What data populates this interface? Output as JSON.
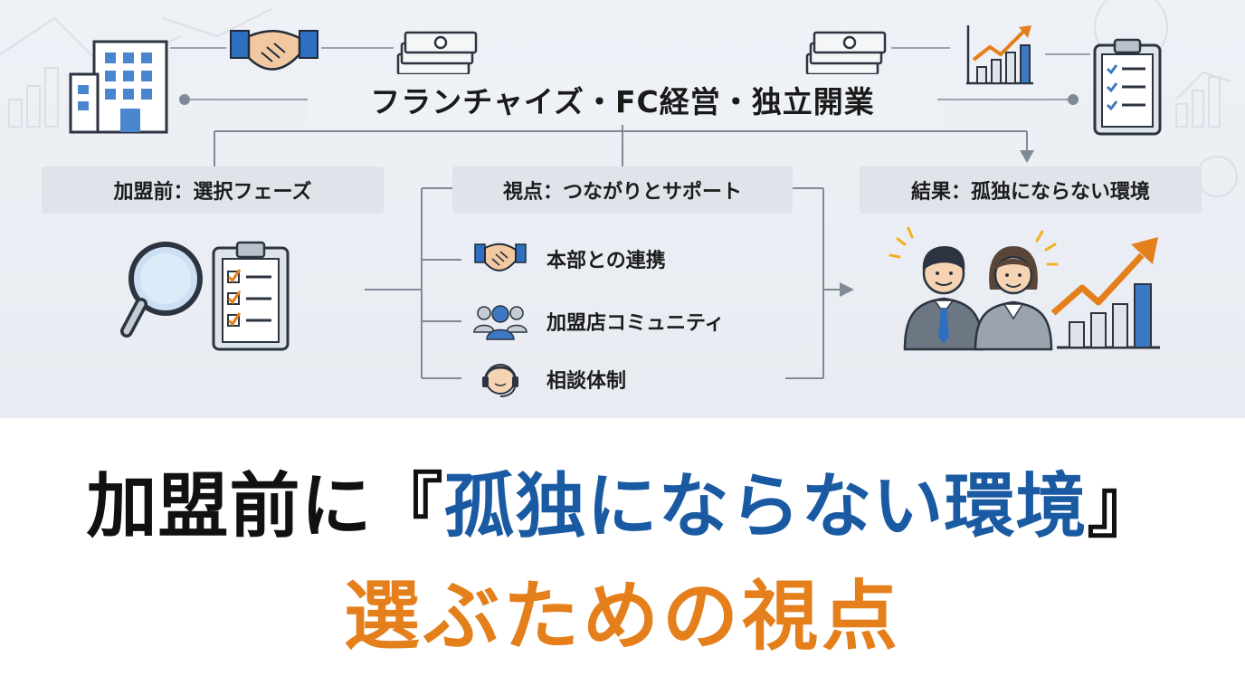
{
  "title": "フランチャイズ・FC経営・独立開業",
  "sections": {
    "before": {
      "label": "加盟前：選択フェーズ"
    },
    "view": {
      "label": "視点：つながりとサポート",
      "items": [
        {
          "label": "本部との連携",
          "icon": "handshake-icon"
        },
        {
          "label": "加盟店コミュニティ",
          "icon": "community-icon"
        },
        {
          "label": "相談体制",
          "icon": "headset-icon"
        }
      ]
    },
    "result": {
      "label": "結果：孤独にならない環境"
    }
  },
  "headline": {
    "line1_prefix": "加盟前に『",
    "line1_emphasis": "孤独にならない環境",
    "line1_suffix": "』",
    "line2": "選ぶための視点"
  },
  "colors": {
    "accent_blue": "#1a5aa2",
    "accent_orange": "#e47f1c",
    "icon_blue": "#3d78c2",
    "connector_gray": "#7f8a96"
  }
}
